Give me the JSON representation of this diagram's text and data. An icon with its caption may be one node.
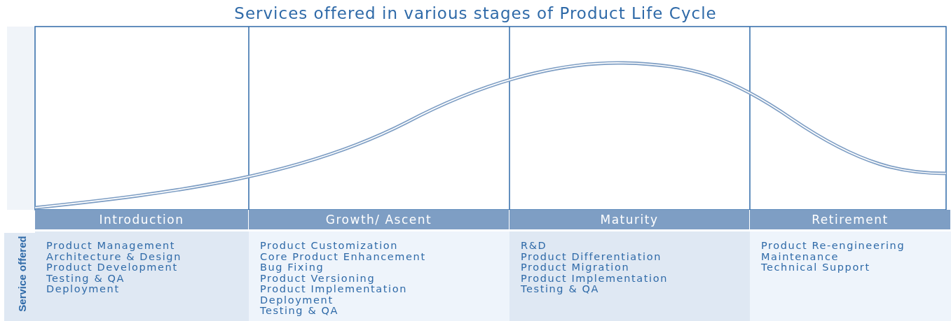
{
  "diagram": {
    "title": "Services offered in various stages of Product Life Cycle",
    "nodes": [
      {
        "text": [
          "Introduction"
        ]
      },
      {
        "text": [
          "Growth/ Ascent"
        ]
      },
      {
        "text": [
          "Maturity"
        ]
      },
      {
        "text": [
          "Retirement"
        ]
      },
      {
        "text": [
          "Product Management",
          "Architecture & Design",
          "Product Development",
          "Testing & QA",
          "Deployment"
        ]
      },
      {
        "text": [
          "Product Customization",
          "Core Product Enhancement",
          "Bug Fixing",
          "Product Versioning",
          "Product Implementation",
          "Deployment",
          "Testing & QA"
        ]
      },
      {
        "text": [
          "R&D",
          "Product Differentiation",
          "Product Migration",
          "Product Implementation",
          "Testing & QA"
        ]
      },
      {
        "text": [
          "Product Re-engineering",
          "Maintenance",
          "Technical Support"
        ]
      }
    ],
    "labels": [
      "Service offered"
    ]
  }
}
